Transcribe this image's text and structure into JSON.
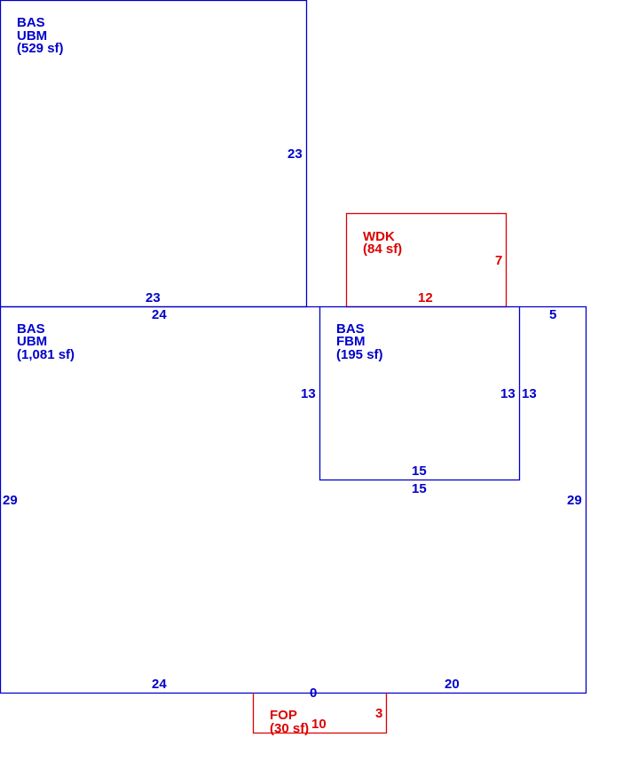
{
  "colors": {
    "living": "#0000cc",
    "exterior": "#dd0000",
    "background": "#ffffff"
  },
  "areas": {
    "upper_bas": {
      "code": "BAS",
      "type": "UBM",
      "area": "(529 sf)"
    },
    "main_bas": {
      "code": "BAS",
      "type": "UBM",
      "area": "(1,081 sf)"
    },
    "fbm_bas": {
      "code": "BAS",
      "type": "FBM",
      "area": "(195 sf)"
    },
    "wdk": {
      "code": "WDK",
      "area": "(84 sf)"
    },
    "fop": {
      "code": "FOP",
      "area": "(30 sf)"
    }
  },
  "dimensions": {
    "upper_right": "23",
    "upper_bottom": "23",
    "main_top": "24",
    "main_left": "29",
    "main_right": "29",
    "main_bottom_left": "24",
    "main_bottom_right": "20",
    "main_bottom_mid": "0",
    "main_top_right": "5",
    "fbm_left": "13",
    "fbm_right": "13",
    "fbm_outer_right": "13",
    "fbm_bottom_inner": "15",
    "fbm_bottom_outer": "15",
    "wdk_right": "7",
    "wdk_bottom": "12",
    "fop_right": "3",
    "fop_bottom": "10"
  }
}
